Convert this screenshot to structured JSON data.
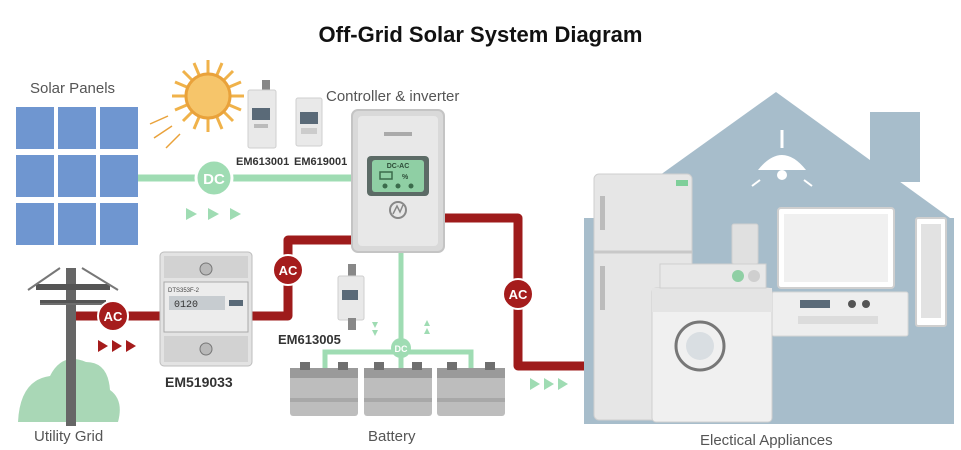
{
  "title": "Off-Grid Solar System Diagram",
  "labels": {
    "solar_panels": "Solar Panels",
    "controller": "Controller & inverter",
    "utility_grid": "Utility Grid",
    "battery": "Battery",
    "appliances": "Electical Appliances"
  },
  "meters": {
    "em613001": "EM613001",
    "em619001": "EM619001",
    "em613005": "EM613005",
    "em519033": "EM519033",
    "dts_model": "DTS353F-2",
    "dts_reading": "0120"
  },
  "badges": {
    "dc": "DC",
    "ac": "AC"
  },
  "inverter_screen": {
    "mode": "DC-AC",
    "percent": "%"
  },
  "colors": {
    "dc_line": "#9fdcb3",
    "ac_line": "#9e1b1b",
    "badge_red": "#a51c1c",
    "badge_green": "#9fdcb3",
    "house": "#a7bdcb",
    "panel": "#6f96d0"
  },
  "icons": [
    "sun-icon",
    "power-pole-icon",
    "fridge-icon",
    "tv-icon",
    "washing-machine-icon",
    "lamp-icon",
    "speaker-icon",
    "battery-icon",
    "arrow-right-icon",
    "arrow-up-icon"
  ]
}
